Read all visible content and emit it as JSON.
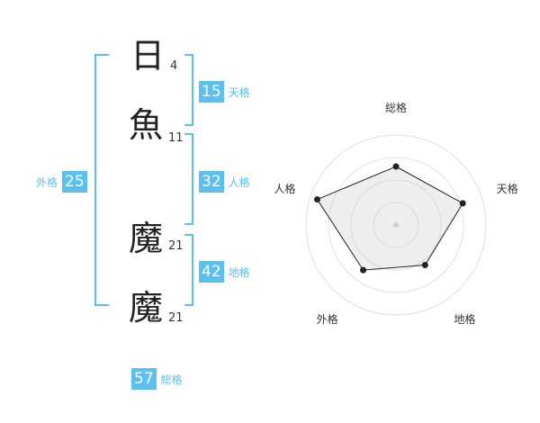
{
  "characters": [
    {
      "char": "日",
      "strokes": "4"
    },
    {
      "char": "魚",
      "strokes": "11"
    },
    {
      "char": "魔",
      "strokes": "21"
    },
    {
      "char": "魔",
      "strokes": "21"
    }
  ],
  "fortunes": {
    "tenkaku": {
      "label": "天格",
      "value": "15"
    },
    "jinkaku": {
      "label": "人格",
      "value": "32"
    },
    "chikaku": {
      "label": "地格",
      "value": "42"
    },
    "gaikaku": {
      "label": "外格",
      "value": "25"
    },
    "soukaku": {
      "label": "総格",
      "value": "57"
    }
  },
  "colors": {
    "accent": "#5bbff0",
    "text": "#222222"
  },
  "chart_data": {
    "type": "radar",
    "axes": [
      "総格",
      "天格",
      "地格",
      "外格",
      "人格"
    ],
    "values": [
      0.65,
      0.78,
      0.55,
      0.62,
      0.92
    ],
    "rings": 4,
    "range": [
      0,
      1
    ]
  }
}
